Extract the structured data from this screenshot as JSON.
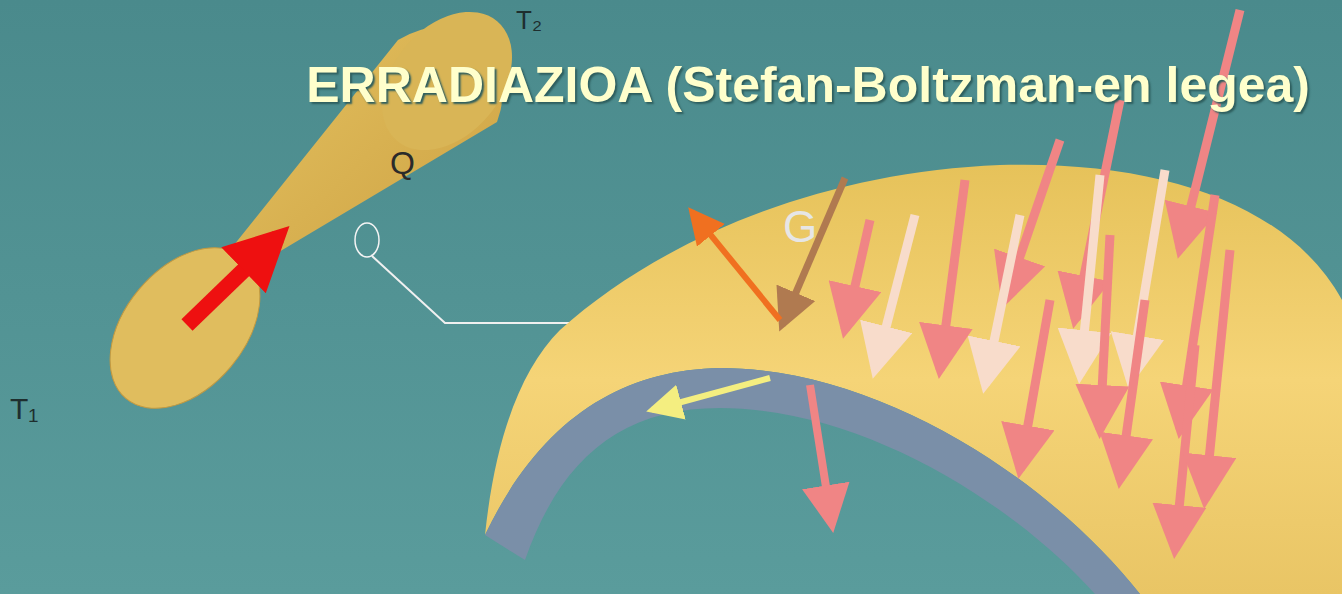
{
  "diagram": {
    "title": "ERRADIAZIOA (Stefan-Boltzman-en legea)",
    "labels": [
      "T₂",
      "Q",
      "G",
      "T₁"
    ]
  }
}
